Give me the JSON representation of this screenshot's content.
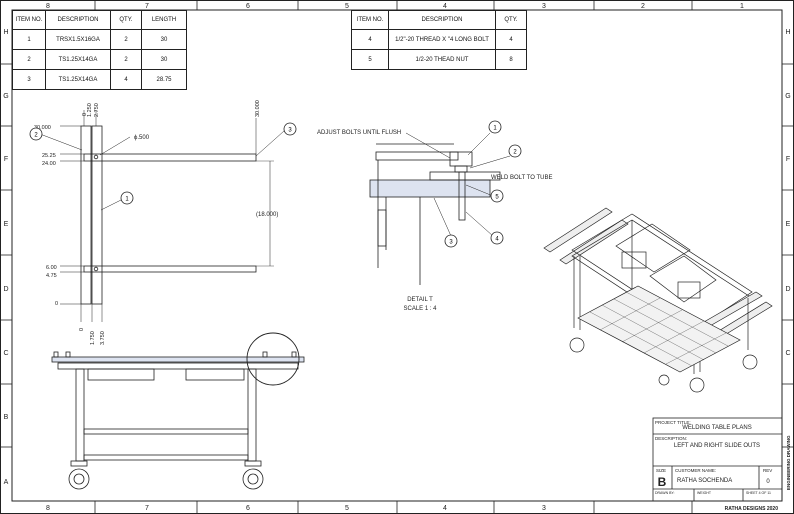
{
  "border": {
    "columns": [
      "8",
      "7",
      "6",
      "5",
      "4",
      "3",
      "2",
      "1"
    ],
    "rows": [
      "H",
      "G",
      "F",
      "E",
      "D",
      "C",
      "B",
      "A"
    ]
  },
  "parts_table_left": {
    "headers": [
      "ITEM NO.",
      "DESCRIPTION",
      "QTY.",
      "LENGTH"
    ],
    "rows": [
      [
        "1",
        "TRSX1.5X16GA",
        "2",
        "30"
      ],
      [
        "2",
        "TS1.25X14GA",
        "2",
        "30"
      ],
      [
        "3",
        "TS1.25X14GA",
        "4",
        "28.75"
      ]
    ]
  },
  "parts_table_right": {
    "headers": [
      "ITEM NO.",
      "DESCRIPTION",
      "QTY."
    ],
    "rows": [
      [
        "4",
        "1/2\"-20 THREAD X \"4 LONG BOLT",
        "4"
      ],
      [
        "5",
        "1/2-20 THEAD NUT",
        "8"
      ]
    ]
  },
  "side_view": {
    "dims": {
      "d30000": "30.000",
      "d2525": "25.25",
      "d2400": "24.00",
      "d600": "6.00",
      "d475": "4.75",
      "d0": "0",
      "dtop0": "0",
      "d1250": "1.250",
      "d2750": "2.750",
      "dtop30": "30.000",
      "dbot0": "0",
      "d1750": "1.750",
      "d3750": "3.750",
      "hole": "ϕ.500",
      "span": "(18.000)"
    },
    "balloons": [
      "2",
      "1",
      "3"
    ]
  },
  "detail": {
    "notes": {
      "adjust": "ADJUST BOLTS UNTIL FLUSH",
      "weld": "WELD BOLT TO TUBE"
    },
    "balloons": [
      "1",
      "2",
      "5",
      "3",
      "4"
    ],
    "caption1": "DETAIL T",
    "caption2": "SCALE 1 : 4"
  },
  "title_block": {
    "project_label": "PROJECT TITLE:",
    "project": "WELDING TABLE PLANS",
    "desc_label": "DESCRIPTION:",
    "desc": "LEFT AND RIGHT SLIDE OUTS",
    "size_label": "SIZE",
    "size": "B",
    "customer_label": "CUSTOMER NAME:",
    "customer": "RATHA SOCHENDA",
    "rev_label": "REV",
    "rev": "0",
    "drawn_label": "DRAWN BY:",
    "weight_label": "WEIGHT",
    "sheet_label": "SHEET 4 OF 11",
    "side_text": "ENGINEERING DRAWING",
    "footer": "RATHA DESIGNS 2020"
  }
}
